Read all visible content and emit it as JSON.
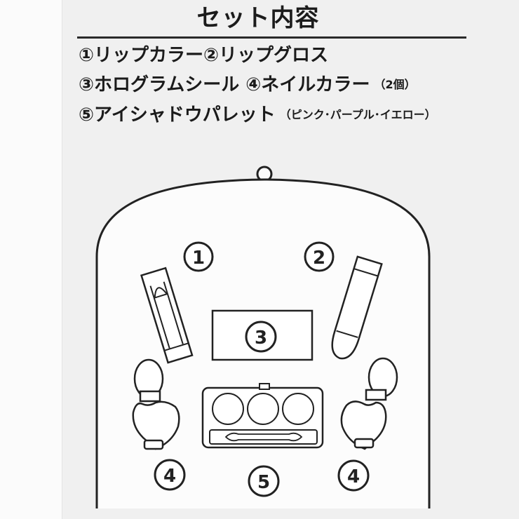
{
  "header": {
    "title": "セット内容"
  },
  "items_list": [
    {
      "text": "①リップカラー②リップグロス",
      "note": ""
    },
    {
      "text": "③ホログラムシール ④ネイルカラー",
      "note": "（2個）"
    },
    {
      "text": "⑤アイシャドウパレット",
      "note": "（ピンク･パープル･イエロー）"
    }
  ],
  "diagram": {
    "markers": [
      "①",
      "②",
      "③",
      "④",
      "⑤",
      "④"
    ]
  }
}
